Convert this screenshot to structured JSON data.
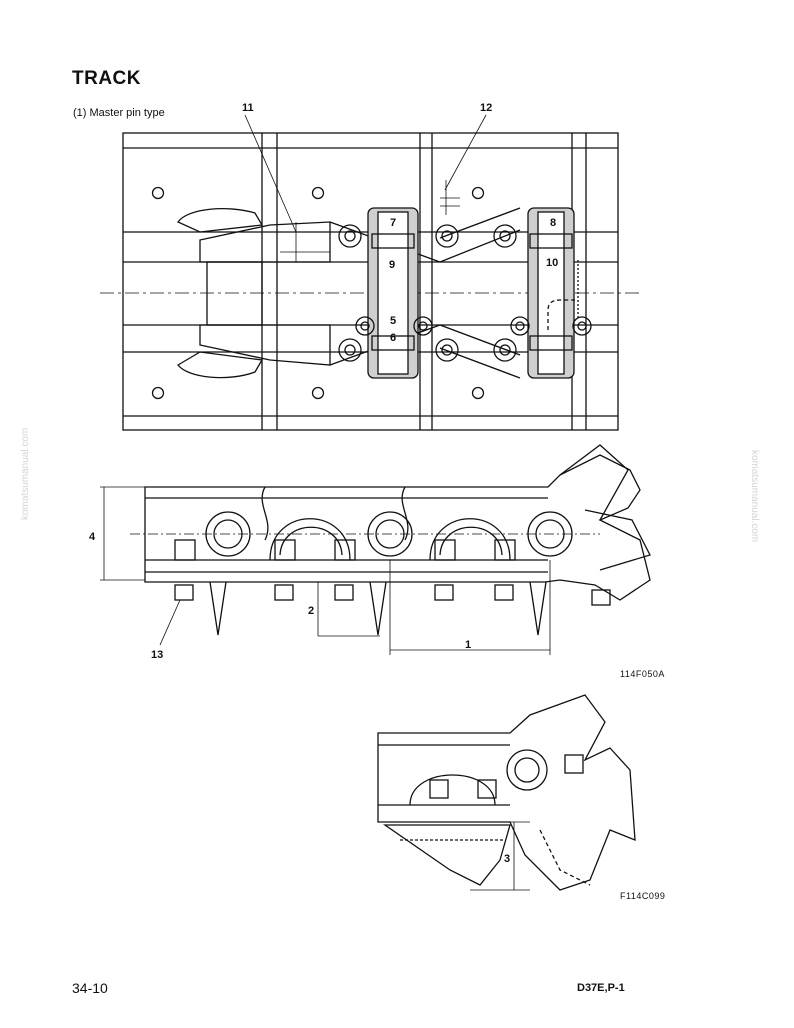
{
  "header": {
    "title": "TRACK",
    "subtitle": "(1) Master pin type"
  },
  "watermark": "komatsumanual.com",
  "figures": {
    "top_code": "114F050A",
    "bottom_code": "F114C099"
  },
  "callouts": {
    "c1": "1",
    "c2": "2",
    "c3": "3",
    "c4": "4",
    "c5": "5",
    "c6": "6",
    "c7": "7",
    "c8": "8",
    "c9": "9",
    "c10": "10",
    "c11": "11",
    "c12": "12",
    "c13": "13"
  },
  "footer": {
    "page_number": "34-10",
    "model": "D37E,P-1"
  }
}
